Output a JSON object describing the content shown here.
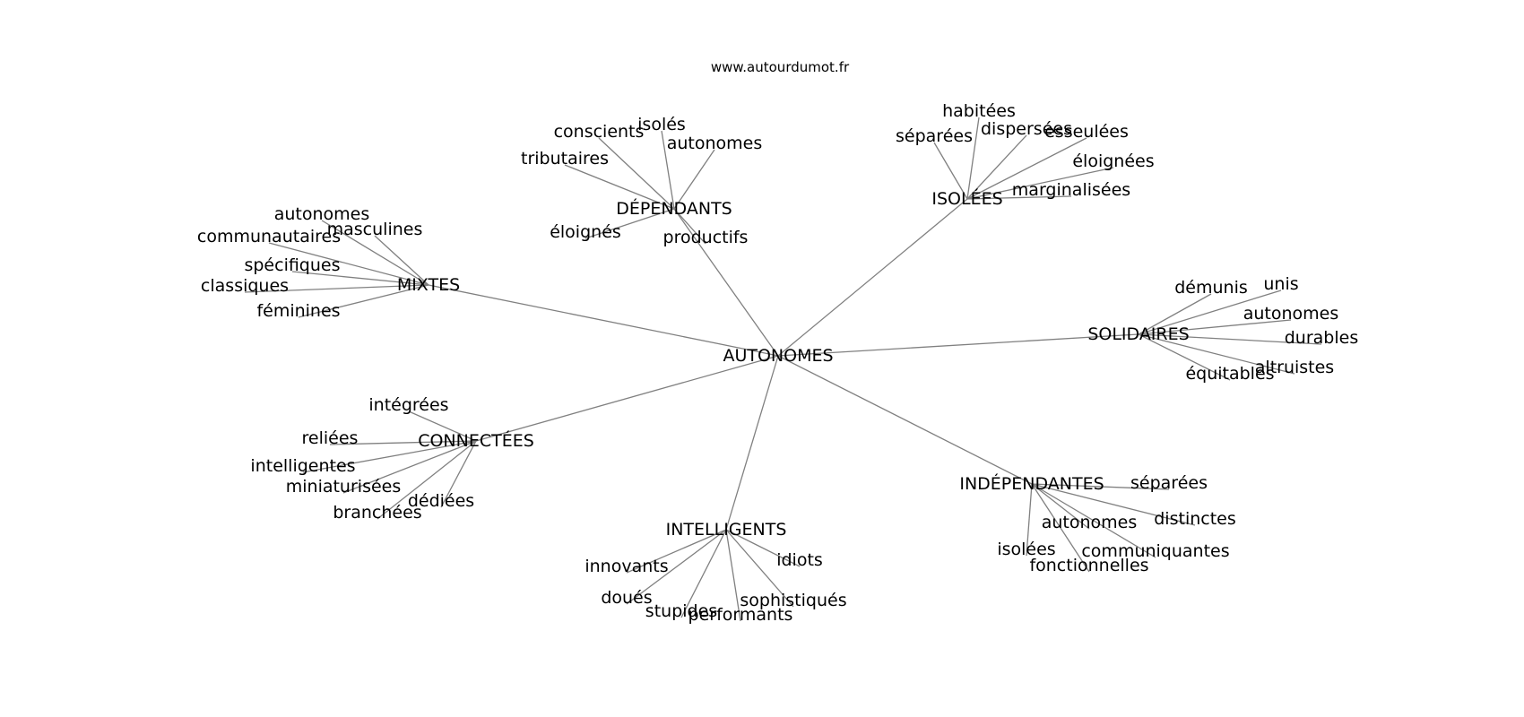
{
  "source": "www.autourdumot.fr",
  "center": "AUTONOMES",
  "groups": [
    {
      "label": "DÉPENDANTS",
      "words": [
        "conscients",
        "isolés",
        "autonomes",
        "tributaires",
        "éloignés",
        "productifs"
      ]
    },
    {
      "label": "ISOLÉES",
      "words": [
        "habitées",
        "séparées",
        "dispersées",
        "esseulées",
        "éloignées",
        "marginalisées"
      ]
    },
    {
      "label": "MIXTES",
      "words": [
        "autonomes",
        "masculines",
        "communautaires",
        "spécifiques",
        "classiques",
        "féminines"
      ]
    },
    {
      "label": "SOLIDAIRES",
      "words": [
        "démunis",
        "unis",
        "autonomes",
        "durables",
        "altruistes",
        "équitables"
      ]
    },
    {
      "label": "CONNECTÉES",
      "words": [
        "intégrées",
        "reliées",
        "intelligentes",
        "miniaturisées",
        "dédiées",
        "branchées"
      ]
    },
    {
      "label": "INDÉPENDANTES",
      "words": [
        "séparées",
        "distinctes",
        "autonomes",
        "communiquantes",
        "isolées",
        "fonctionnelles"
      ]
    },
    {
      "label": "INTELLIGENTS",
      "words": [
        "innovants",
        "idiots",
        "doués",
        "sophistiqués",
        "stupides",
        "performants"
      ]
    }
  ]
}
